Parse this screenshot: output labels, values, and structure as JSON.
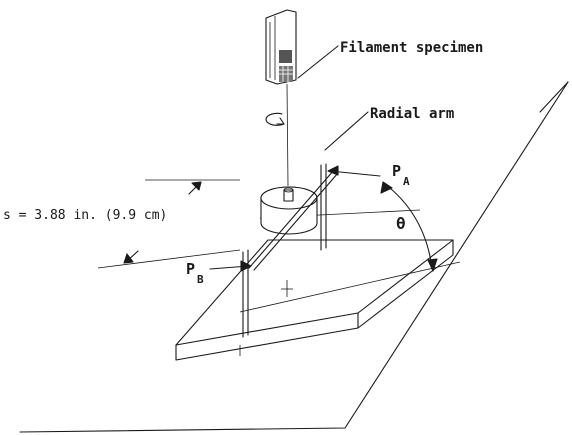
{
  "labels": {
    "filament": "Filament specimen",
    "radial_arm": "Radial arm",
    "pa_main": "P",
    "pa_sub": "A",
    "pb_main": "P",
    "pb_sub": "B",
    "theta": "θ",
    "s_label": "s = 3.88 in. (9.9 cm)"
  }
}
